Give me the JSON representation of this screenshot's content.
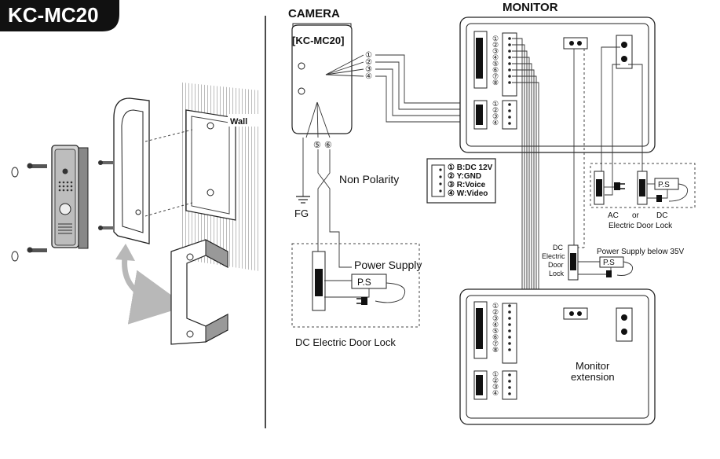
{
  "model_badge": "KC-MC20",
  "install": {
    "wall_label": "Wall"
  },
  "camera": {
    "title": "CAMERA",
    "model": "[KC-MC20]",
    "terminals_left": [
      "①",
      "②",
      "③",
      "④"
    ],
    "terminals_bottom": [
      "⑤",
      "⑥"
    ]
  },
  "monitor": {
    "title": "MONITOR",
    "terminals_8": [
      "①",
      "②",
      "③",
      "④",
      "⑤",
      "⑥",
      "⑦",
      "⑧"
    ],
    "terminals_4": [
      "①",
      "②",
      "③",
      "④"
    ]
  },
  "legend": {
    "items": [
      "① B:DC 12V",
      "② Y:GND",
      "③ R:Voice",
      "④ W:Video"
    ]
  },
  "labels": {
    "fg": "FG",
    "non_polarity": "Non Polarity",
    "power_supply": "Power Supply",
    "ps": "P.S",
    "dc_door_lock": "DC Electric Door Lock",
    "ac": "AC",
    "or": "or",
    "dc": "DC",
    "electric_door_lock": "Electric Door Lock",
    "dc_electric_door_lock_lines": [
      "DC",
      "Electric",
      "Door",
      "Lock"
    ],
    "power_supply_35v": "Power Supply below 35V",
    "monitor_extension_lines": [
      "Monitor",
      "extension"
    ]
  },
  "colors": {
    "ink": "#111111",
    "badge_bg": "#111111",
    "badge_text": "#ffffff"
  }
}
